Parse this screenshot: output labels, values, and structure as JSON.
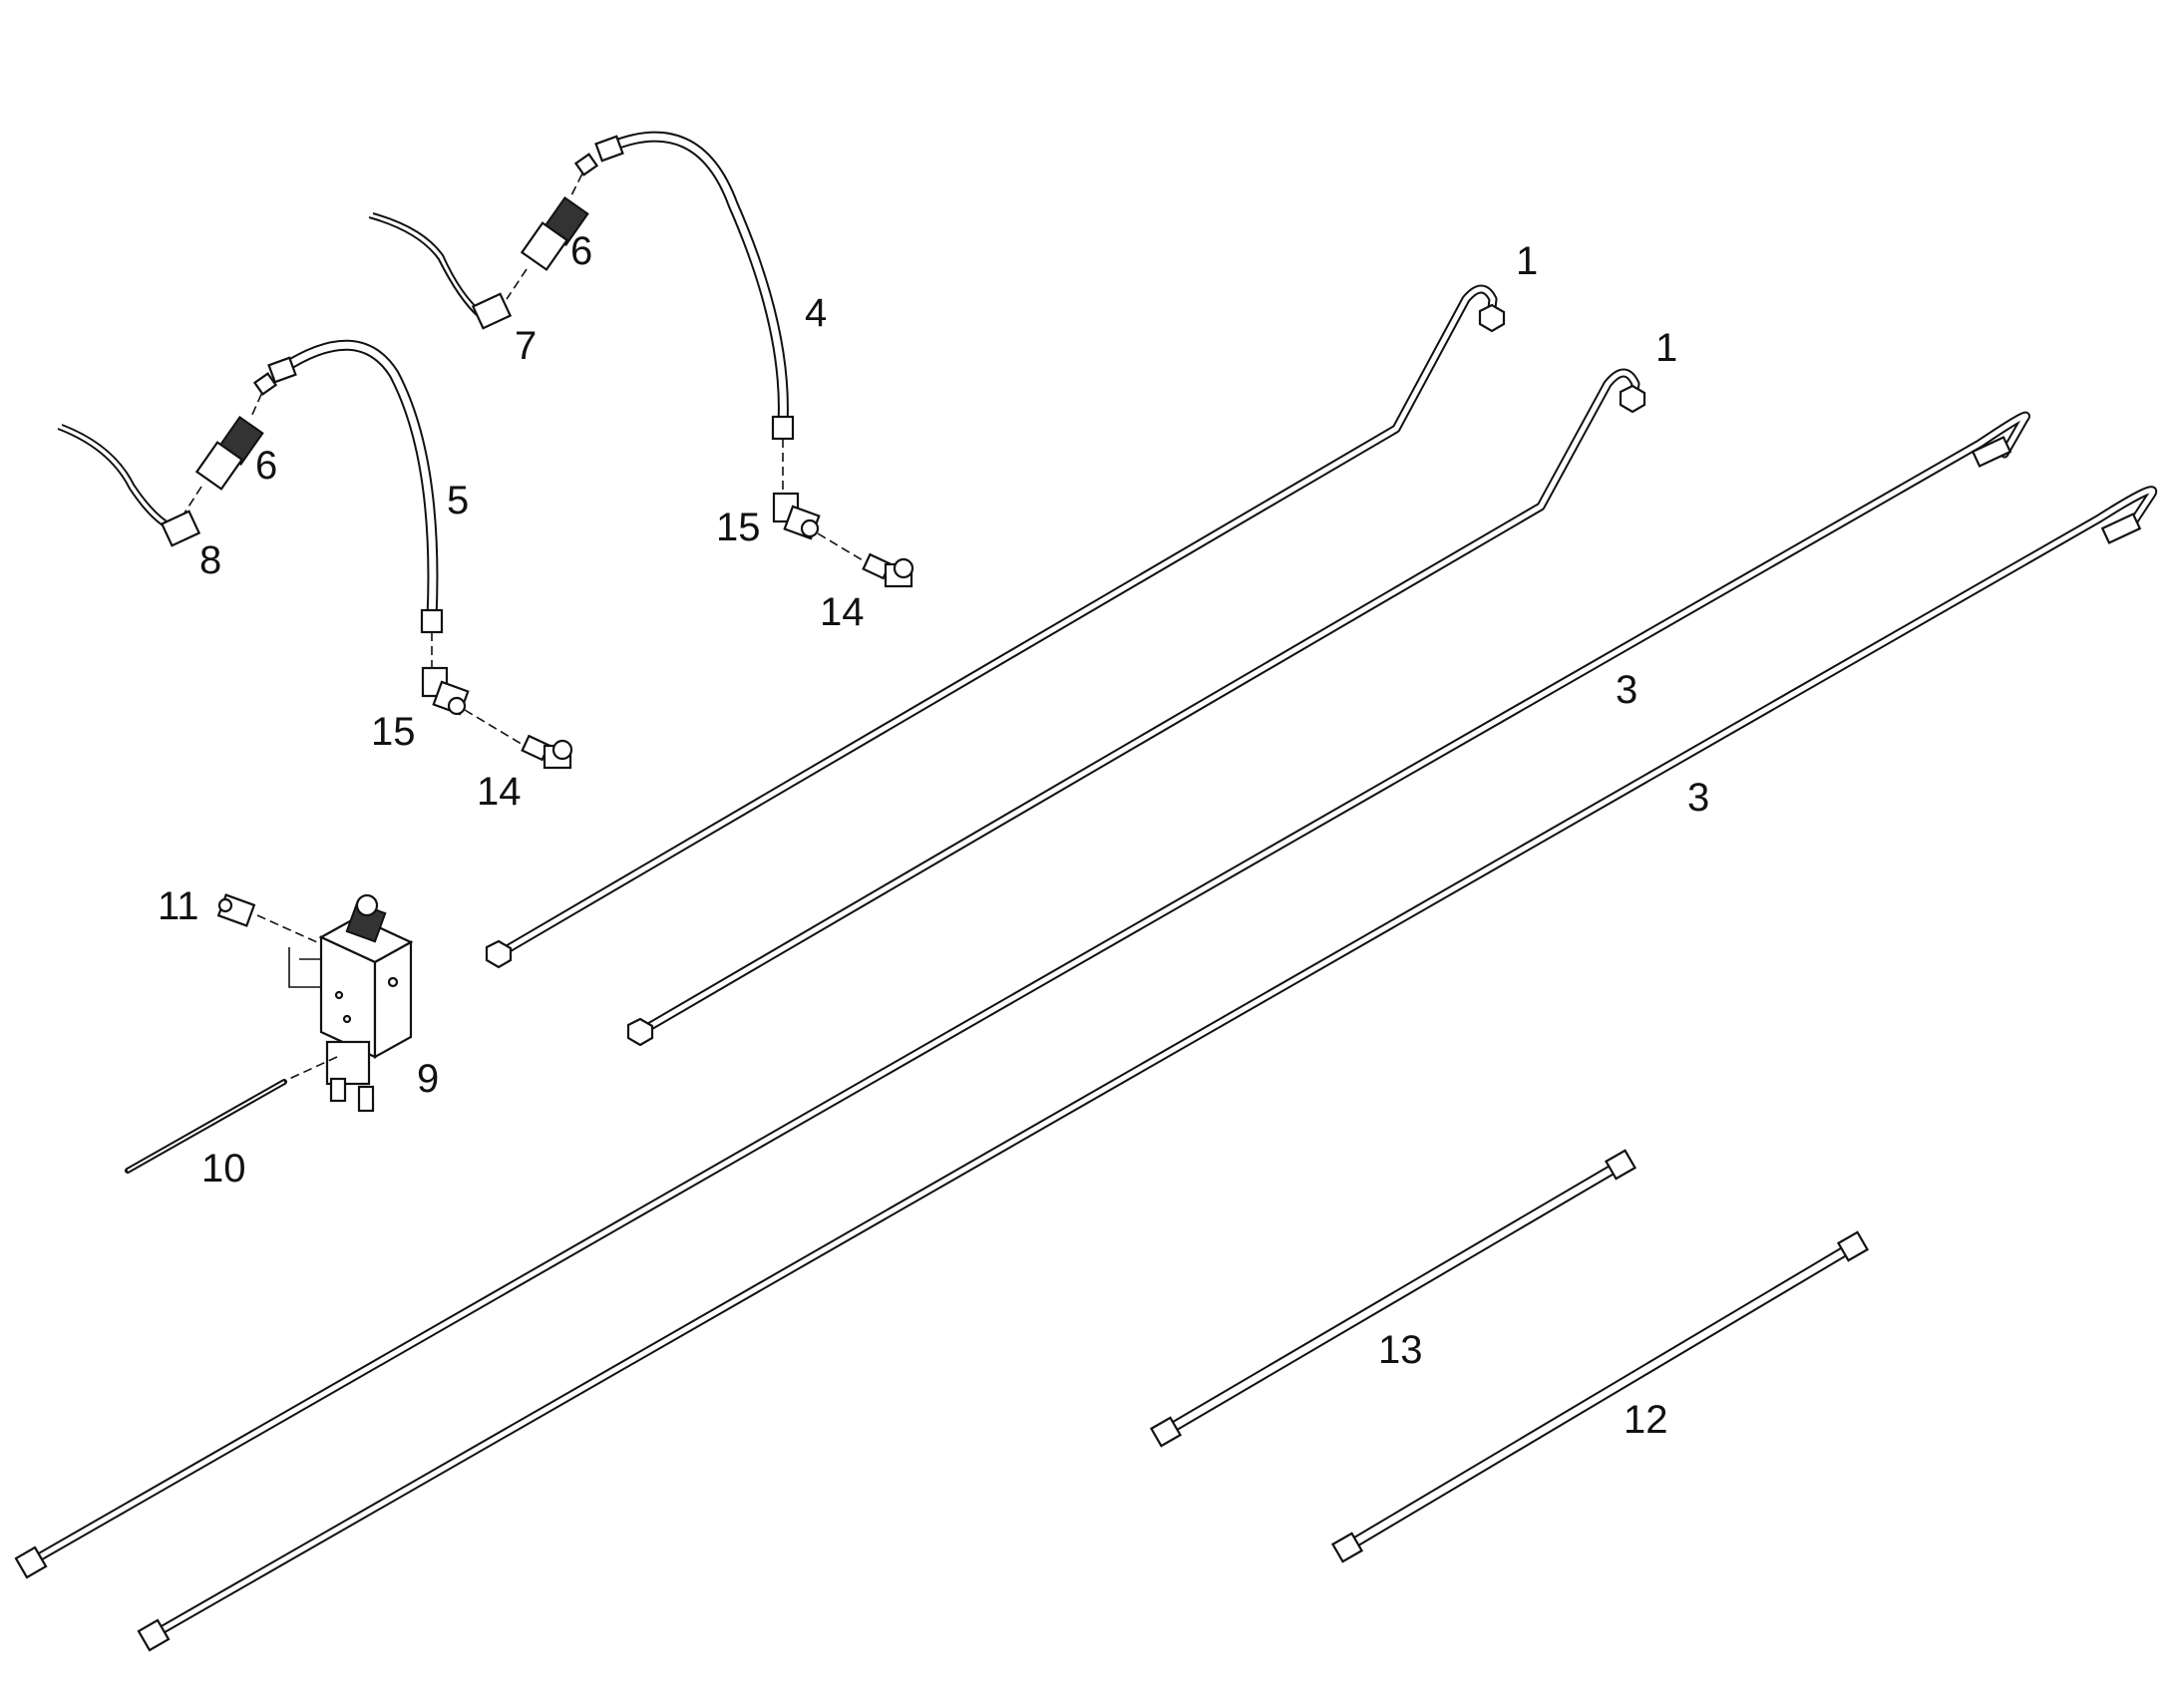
{
  "callouts": {
    "c1a": "1",
    "c1b": "1",
    "c3a": "3",
    "c3b": "3",
    "c4": "4",
    "c5": "5",
    "c6a": "6",
    "c6b": "6",
    "c7": "7",
    "c8": "8",
    "c9": "9",
    "c10": "10",
    "c11": "11",
    "c12": "12",
    "c13": "13",
    "c14a": "14",
    "c14b": "14",
    "c15a": "15",
    "c15b": "15"
  }
}
